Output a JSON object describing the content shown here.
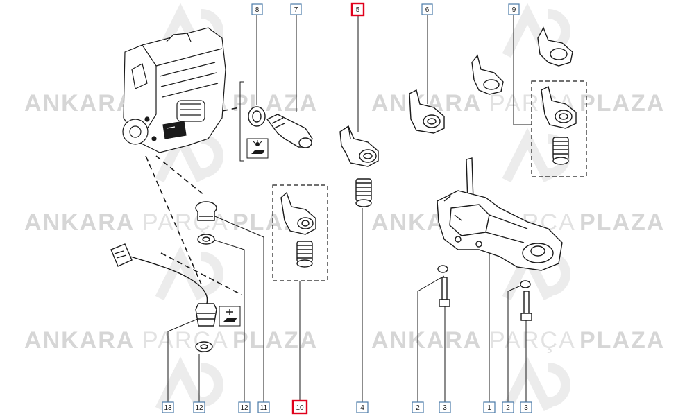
{
  "watermark": {
    "word1": "ANKARA",
    "word2": "PARÇA",
    "word3": "PLAZA",
    "logo": "AP",
    "color": "#d8d8d8"
  },
  "colors": {
    "line": "#1a1a1a",
    "box_normal": "#4a7aa8",
    "box_highlight": "#e0001b"
  },
  "callouts_top": [
    {
      "num": "8",
      "highlight": false
    },
    {
      "num": "7",
      "highlight": false
    },
    {
      "num": "5",
      "highlight": true
    },
    {
      "num": "6",
      "highlight": false
    },
    {
      "num": "9",
      "highlight": false
    }
  ],
  "callouts_bottom": [
    {
      "num": "13",
      "highlight": false
    },
    {
      "num": "12",
      "highlight": false
    },
    {
      "num": "12",
      "highlight": false
    },
    {
      "num": "11",
      "highlight": false
    },
    {
      "num": "10",
      "highlight": true
    },
    {
      "num": "4",
      "highlight": false
    },
    {
      "num": "2",
      "highlight": false
    },
    {
      "num": "3",
      "highlight": false
    },
    {
      "num": "1",
      "highlight": false
    },
    {
      "num": "2",
      "highlight": false
    },
    {
      "num": "3",
      "highlight": false
    }
  ],
  "icons": [
    "oil-pressure-warning-icon",
    "oil-level-warning-icon"
  ]
}
